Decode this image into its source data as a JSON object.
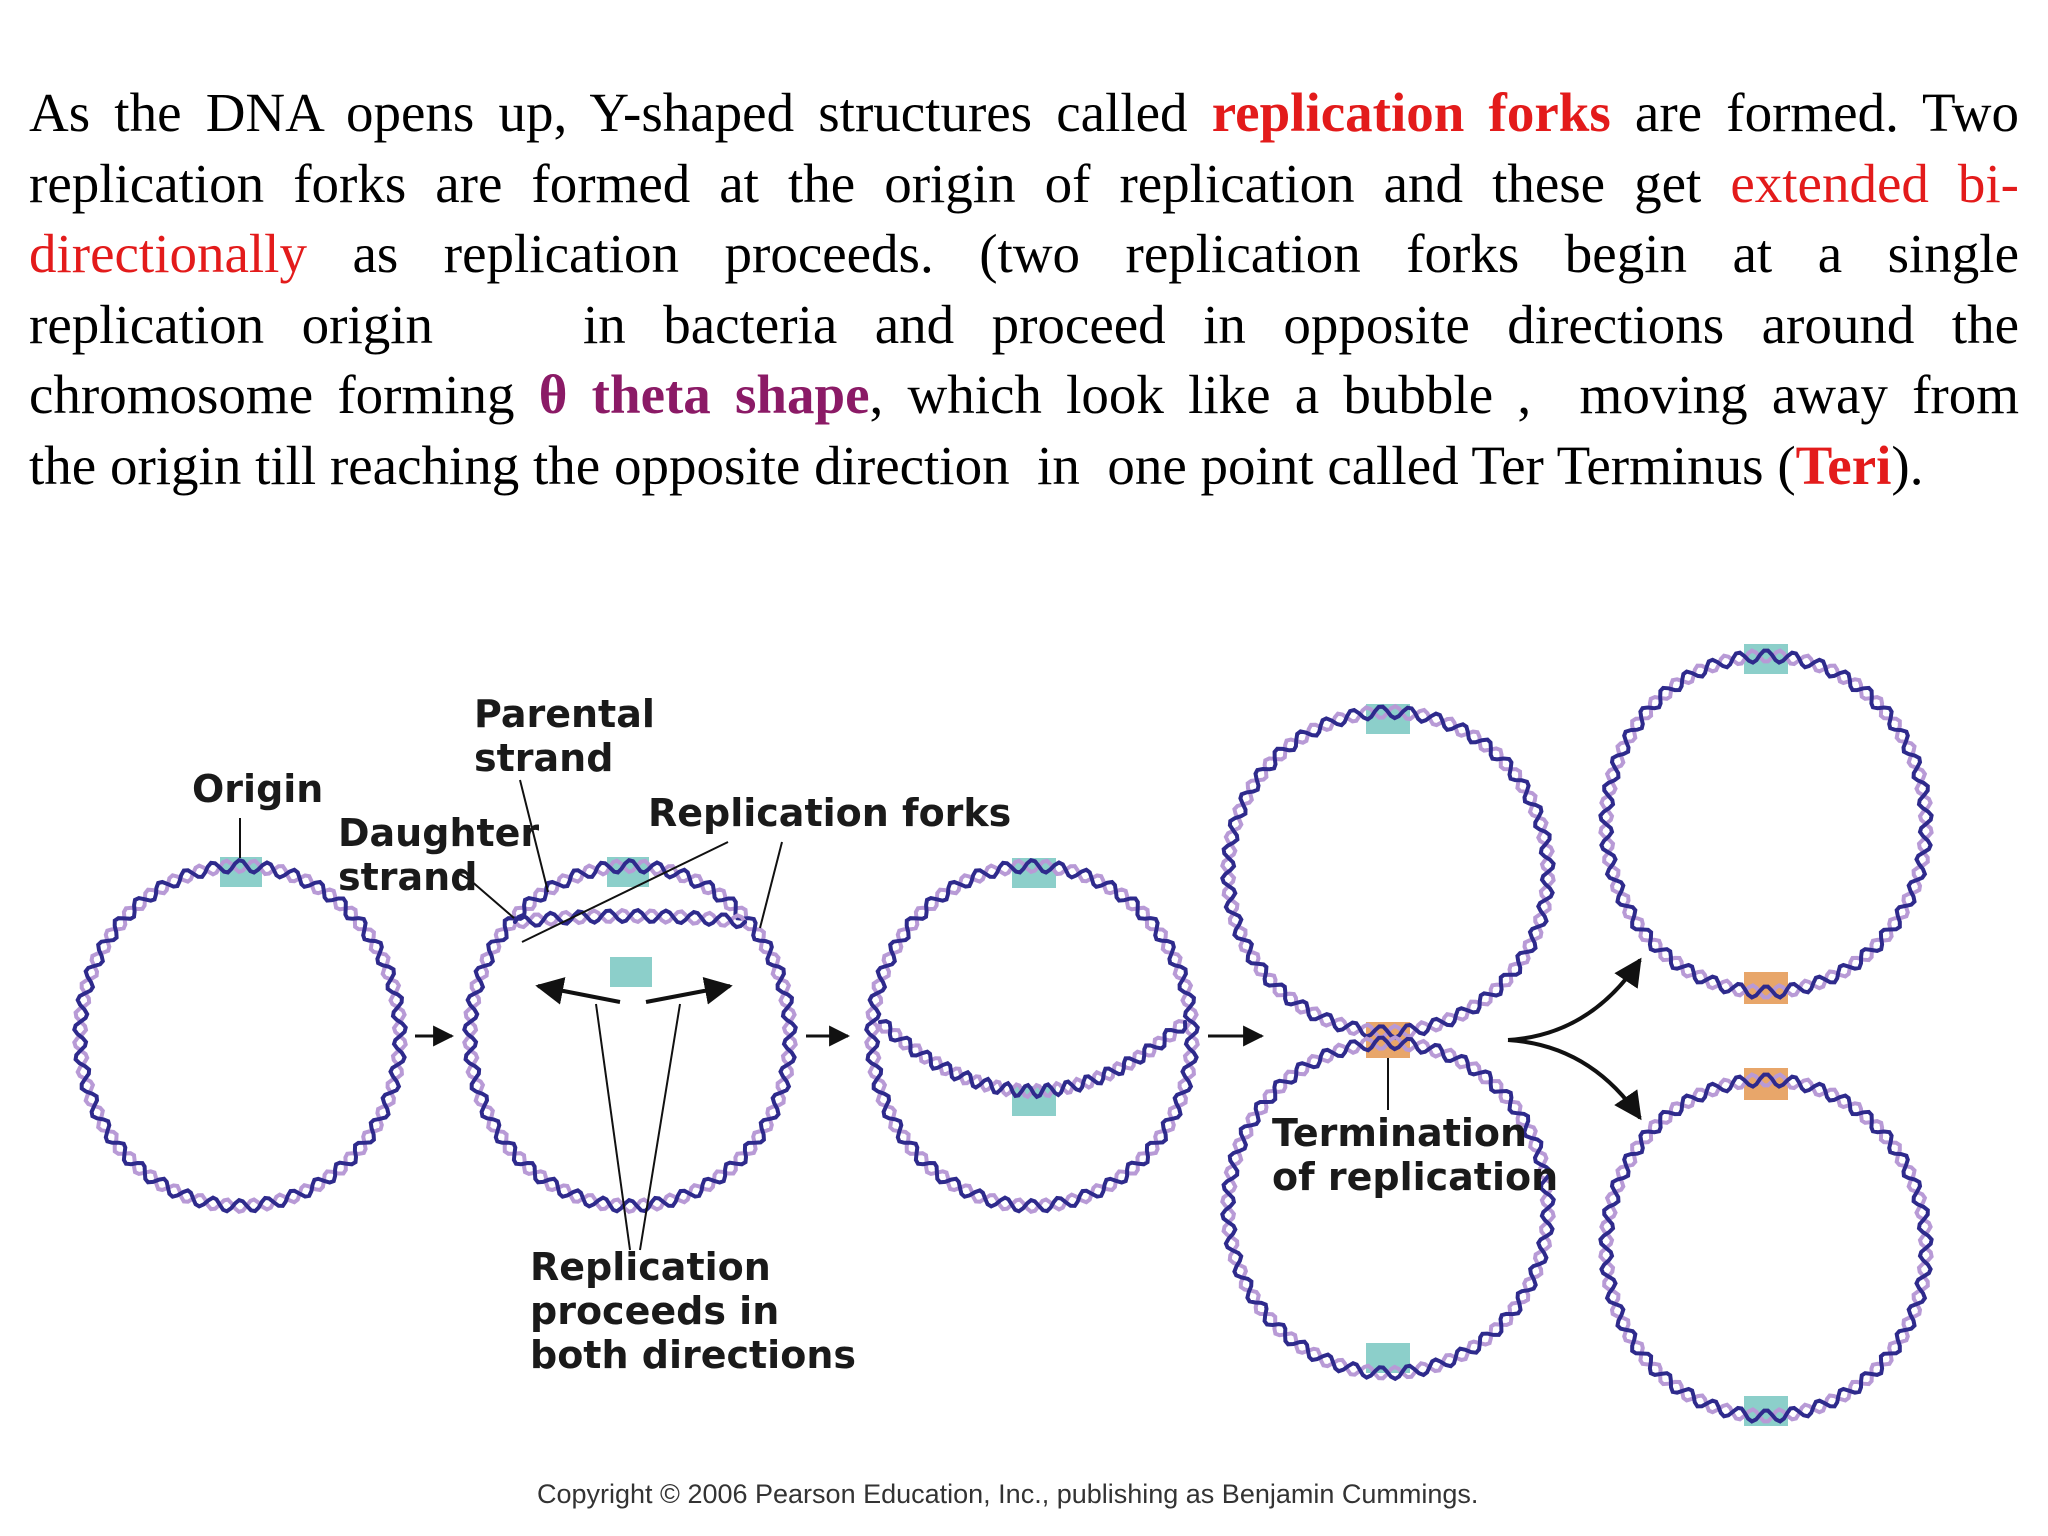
{
  "paragraph": {
    "line1_a": "As the DNA opens up, Y-shaped structures called ",
    "line1_b": "replication forks",
    "line1_c": " are formed. Two",
    "line2_a": "replication forks are formed at the origin of replication and these get ",
    "line2_b": "extended bi-",
    "line3_a": "directionally",
    "line3_b": " as replication proceeds. (two replication forks begin at a single",
    "line4": "replication origin    in bacteria and proceed in opposite directions around the",
    "line5_a": "chromosome forming ",
    "line5_b": "θ theta shape",
    "line5_c": ", which look like a bubble ,  moving away from",
    "line6_a": "the origin till reaching the opposite direction  in  one point called Ter Terminus (",
    "line6_b": "Teri",
    "line6_c": ")."
  },
  "diagram": {
    "labels": {
      "origin": "Origin",
      "parental_1": "Parental",
      "parental_2": "strand",
      "daughter_1": "Daughter",
      "daughter_2": "strand",
      "forks": "Replication forks",
      "proceeds_1": "Replication",
      "proceeds_2": "proceeds in",
      "proceeds_3": "both directions",
      "termination_1": "Termination",
      "termination_2": "of replication"
    },
    "copyright": "Copyright © 2006 Pearson Education, Inc., publishing as Benjamin Cummings.",
    "colors": {
      "parental_strand": "#b89ad6",
      "daughter_strand": "#2e2a8c",
      "origin_box": "#8ccfca",
      "terminus_box": "#e8a66a"
    }
  }
}
